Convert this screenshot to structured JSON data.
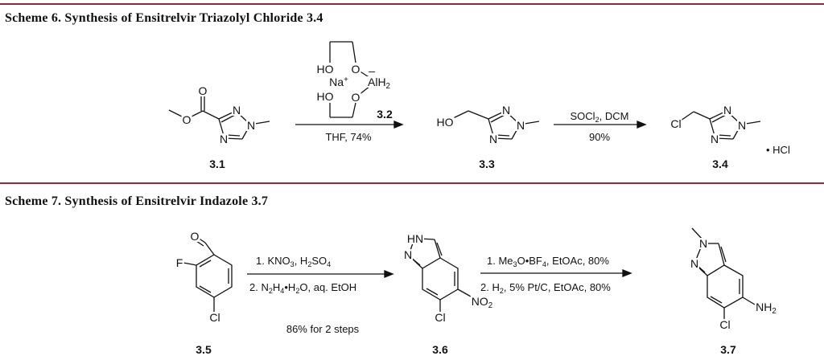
{
  "scheme6": {
    "title": "Scheme 6. Synthesis of Ensitrelvir Triazolyl Chloride 3.4",
    "compounds": {
      "c31": "3.1",
      "c32": "3.2",
      "c33": "3.3",
      "c34": "3.4"
    },
    "step1": {
      "below": "THF, 74%"
    },
    "step2": {
      "above": "SOCl2, DCM",
      "below": "90%"
    },
    "salt": "• HCl",
    "reagent32": {
      "ho": "HO",
      "o": "O",
      "na": "Na",
      "plus": "+",
      "al": "AlH2",
      "minus": "–"
    }
  },
  "scheme7": {
    "title": "Scheme 7. Synthesis of Ensitrelvir Indazole 3.7",
    "compounds": {
      "c35": "3.5",
      "c36": "3.6",
      "c37": "3.7"
    },
    "step1": {
      "line1": "1. KNO3, H2SO4",
      "line2": "2. N2H4•H2O, aq. EtOH",
      "yield": "86% for 2 steps"
    },
    "step2": {
      "line1": "1. Me3O•BF4, EtOAc, 80%",
      "line2": "2. H2, 5% Pt/C, EtOAc, 80%"
    }
  },
  "atoms": {
    "N": "N",
    "O": "O",
    "HO": "HO",
    "Cl": "Cl",
    "F": "F",
    "HN": "HN",
    "NO2": "NO2",
    "NH2": "NH2"
  },
  "colors": {
    "rule": "#8c2a3c"
  }
}
